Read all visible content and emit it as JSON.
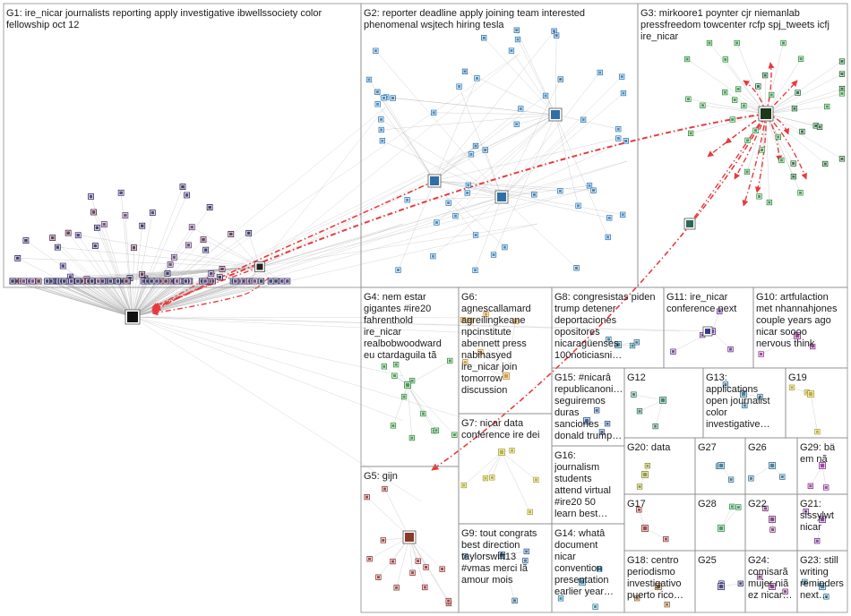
{
  "groups": [
    {
      "id": "G1",
      "lines": [
        "G1: ire_nicar journalists reporting apply investigative ibwellssociety color",
        "fellowship oct 12"
      ]
    },
    {
      "id": "G2",
      "lines": [
        "G2: reporter deadline apply joining team interested",
        "phenomenal wsjtech hiring tesla"
      ]
    },
    {
      "id": "G3",
      "lines": [
        "G3: mirkoore1 poynter cjr niemanlab",
        "pressfreedom towcenter rcfp spj_tweets icfj",
        "ire_nicar"
      ]
    },
    {
      "id": "G4",
      "lines": [
        "G4: nem estar",
        "gigantes #ire20",
        "fahrenthold",
        "ire_nicar",
        "realbobwoodward",
        "eu ctardaguila tã"
      ]
    },
    {
      "id": "G6",
      "lines": [
        "G6:",
        "agnescallamard",
        "agreilingkeane",
        "npcinstitute",
        "abennett press",
        "nabihasyed",
        "ire_nicar join",
        "tomorrow",
        "discussion"
      ]
    },
    {
      "id": "G8",
      "lines": [
        "G8: congresistas piden",
        "trump detener",
        "deportaciones",
        "opositores",
        "nicaragüenses",
        "100noticiasni…"
      ]
    },
    {
      "id": "G11",
      "lines": [
        "G11: ire_nicar",
        "conference next"
      ]
    },
    {
      "id": "G10",
      "lines": [
        "G10: artfulaction",
        "met nhannahjones",
        "couple years ago",
        "nicar soooo",
        "nervous think"
      ]
    },
    {
      "id": "G15",
      "lines": [
        "G15: #nicarâ",
        "republicanoni…",
        "seguiremos",
        "duras",
        "sanciones",
        "donald trump…"
      ]
    },
    {
      "id": "G12",
      "lines": [
        "G12"
      ]
    },
    {
      "id": "G13",
      "lines": [
        "G13:",
        "applications",
        "open journalist",
        "color",
        "investigative…"
      ]
    },
    {
      "id": "G19",
      "lines": [
        "G19"
      ]
    },
    {
      "id": "G7",
      "lines": [
        "G7: nicar data",
        "conference ire dei"
      ]
    },
    {
      "id": "G16",
      "lines": [
        "G16:",
        "journalism",
        "students",
        "attend virtual",
        "#ire20 50",
        "learn best…"
      ]
    },
    {
      "id": "G20",
      "lines": [
        "G20: data"
      ]
    },
    {
      "id": "G27",
      "lines": [
        "G27"
      ]
    },
    {
      "id": "G26",
      "lines": [
        "G26"
      ]
    },
    {
      "id": "G29",
      "lines": [
        "G29: bä",
        "em nã"
      ]
    },
    {
      "id": "G5",
      "lines": [
        "G5: gijn"
      ]
    },
    {
      "id": "G17",
      "lines": [
        "G17"
      ]
    },
    {
      "id": "G28",
      "lines": [
        "G28"
      ]
    },
    {
      "id": "G22",
      "lines": [
        "G22"
      ]
    },
    {
      "id": "G21",
      "lines": [
        "G21:",
        "sissylwt",
        "nicar"
      ]
    },
    {
      "id": "G9",
      "lines": [
        "G9: tout congrats",
        "best direction",
        "taylorswift13",
        "#vmas merci lã",
        "amour mois"
      ]
    },
    {
      "id": "G14",
      "lines": [
        "G14: whatâ",
        "document",
        "nicar",
        "convention",
        "presentation",
        "earlier year…"
      ]
    },
    {
      "id": "G18",
      "lines": [
        "G18: centro",
        "periodismo",
        "investigativo",
        "puerto rico…"
      ]
    },
    {
      "id": "G25",
      "lines": [
        "G25"
      ]
    },
    {
      "id": "G24",
      "lines": [
        "G24:",
        "comisarã",
        "mujer niã",
        "ez nicar…"
      ]
    },
    {
      "id": "G23",
      "lines": [
        "G23: still",
        "writing",
        "reminders",
        "next…"
      ]
    }
  ],
  "colors": {
    "edge_gray": "#b4b4b4",
    "edge_red": "#e8393c",
    "panel_border": "#8c8c8c",
    "node_dark": "#1f1f4d",
    "node_blue": "#2e79b8",
    "node_green": "#2c8a3a"
  },
  "icons": {
    "hub_g1": "ire-logo-icon",
    "hub_g3": "newspaper-logo-icon"
  }
}
